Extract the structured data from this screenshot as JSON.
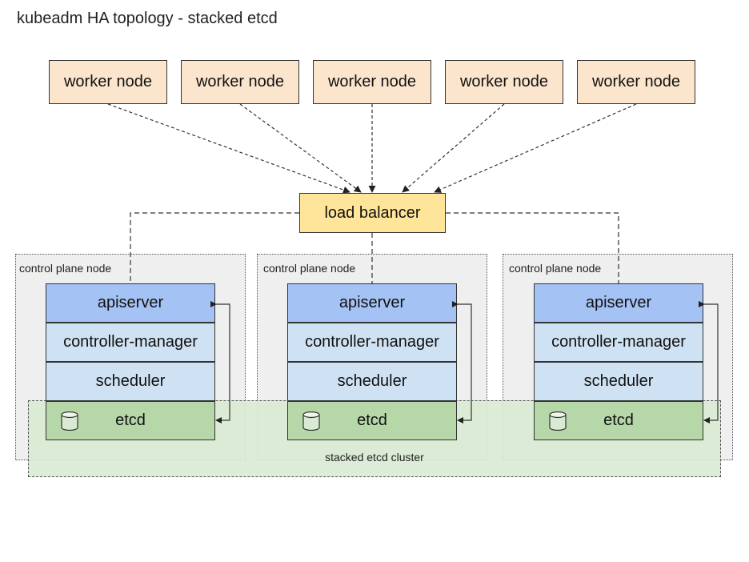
{
  "title": "kubeadm HA topology - stacked etcd",
  "workers": [
    "worker node",
    "worker node",
    "worker node",
    "worker node",
    "worker node"
  ],
  "load_balancer": "load balancer",
  "control_plane_nodes": [
    {
      "label": "control plane node",
      "components": {
        "apiserver": "apiserver",
        "controller_manager": "controller-manager",
        "scheduler": "scheduler",
        "etcd": "etcd"
      }
    },
    {
      "label": "control plane node",
      "components": {
        "apiserver": "apiserver",
        "controller_manager": "controller-manager",
        "scheduler": "scheduler",
        "etcd": "etcd"
      }
    },
    {
      "label": "control plane node",
      "components": {
        "apiserver": "apiserver",
        "controller_manager": "controller-manager",
        "scheduler": "scheduler",
        "etcd": "etcd"
      }
    }
  ],
  "etcd_cluster_label": "stacked etcd cluster",
  "icons": {
    "etcd": "database-cylinder-icon"
  },
  "colors": {
    "worker": "#fce5cd",
    "load_balancer": "#ffe599",
    "apiserver": "#a4c2f4",
    "component": "#cfe2f3",
    "etcd": "#b6d7a8",
    "cluster": "#d9ead3"
  }
}
